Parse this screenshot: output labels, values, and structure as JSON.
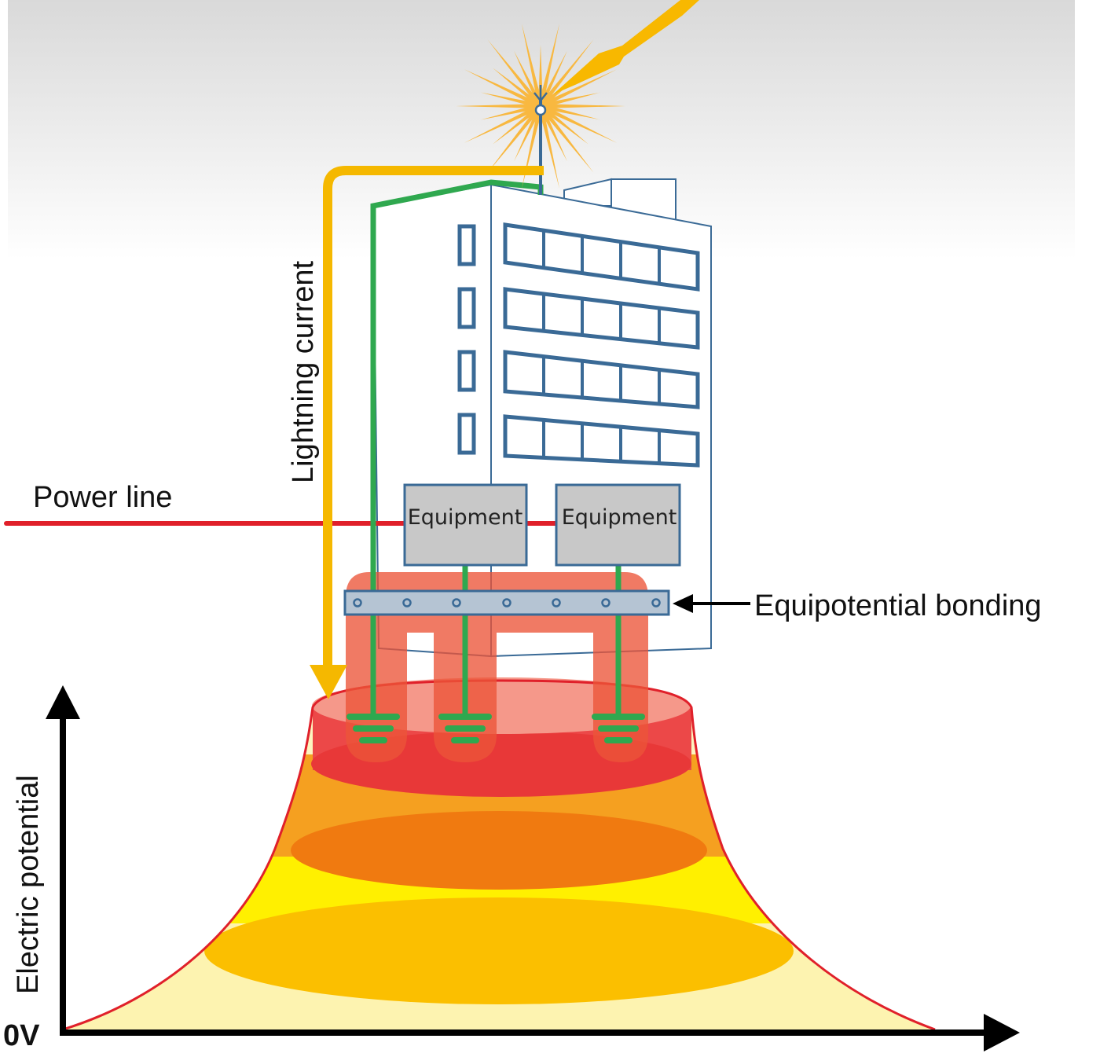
{
  "labels": {
    "lightning_current": "Lightning current",
    "power_line": "Power line",
    "equipment_1": "Equipment",
    "equipment_2": "Equipment",
    "equipotential_bonding": "Equipotential bonding",
    "y_axis": "Electric potential",
    "origin": "0V"
  },
  "colors": {
    "lightning_path": "#f5b800",
    "bonding_conductor": "#2fa84f",
    "power_line": "#e0202a",
    "building_outline": "#3a6a96",
    "equipment_fill": "#c8c8c8",
    "potential_outline": "#e0202a",
    "potential_rings": [
      "#f59a9a",
      "#ec4040",
      "#f5a020",
      "#ffe800",
      "#fbbf00",
      "#fdf5c0"
    ],
    "axis": "#000000"
  },
  "icons": [
    "lightning-bolt-icon",
    "spark-burst-icon",
    "air-terminal-icon",
    "ground-electrode-icon",
    "arrow-icon"
  ]
}
